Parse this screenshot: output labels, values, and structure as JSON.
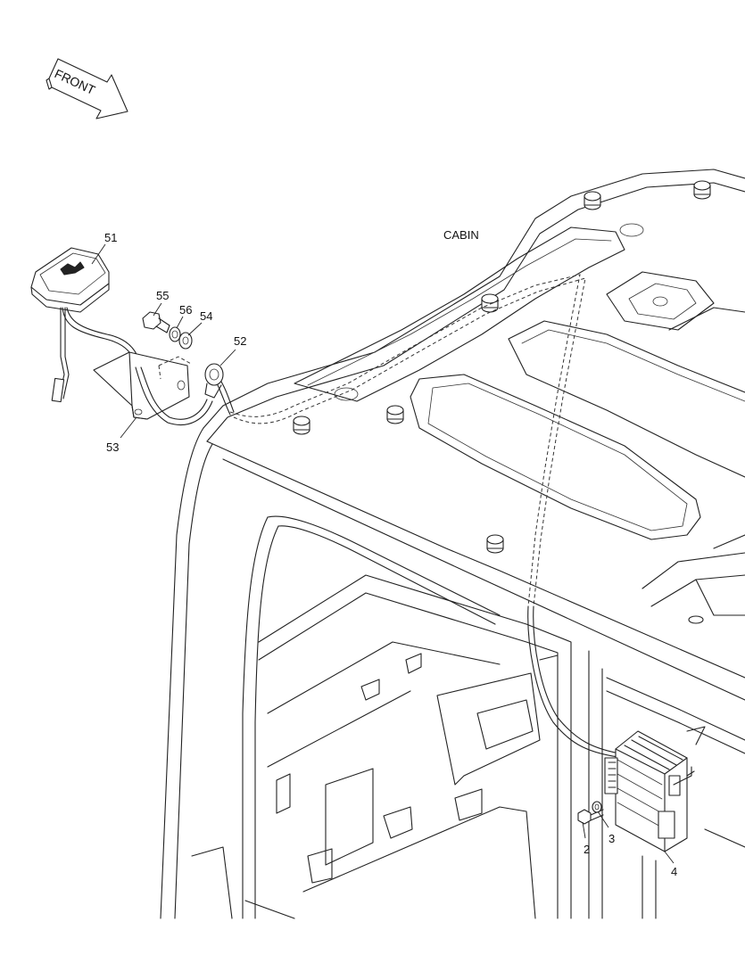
{
  "orientation_arrow": {
    "label": "FRONT"
  },
  "assembly_label": "CABIN",
  "callouts": {
    "antenna": "51",
    "grommet": "52",
    "bracket": "53",
    "washer_54": "54",
    "bolt_55": "55",
    "washer_56": "56",
    "bolt_2": "2",
    "washer_3": "3",
    "controller": "4"
  },
  "colors": {
    "line": "#222222",
    "background": "#ffffff"
  }
}
